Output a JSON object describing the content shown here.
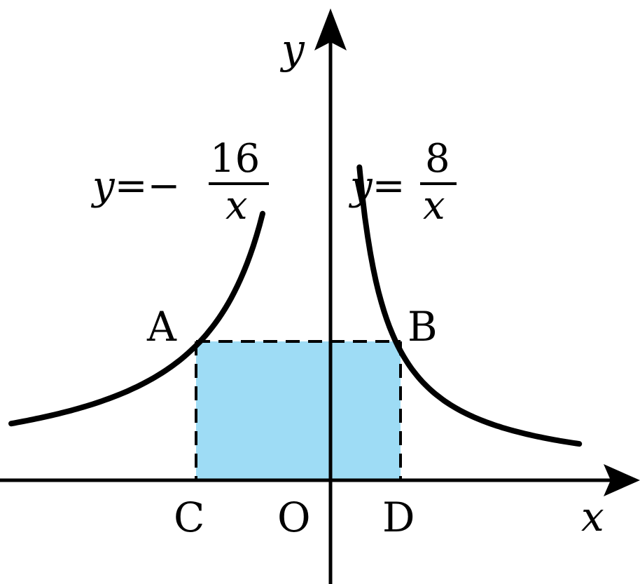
{
  "axes": {
    "x_label": "x",
    "y_label": "y",
    "origin_label": "O"
  },
  "curve_left": {
    "equation_prefix": "y=−",
    "numerator": "16",
    "denominator": "x",
    "k": -16
  },
  "curve_right": {
    "equation_prefix": "y=",
    "numerator": "8",
    "denominator": "x",
    "k": 8
  },
  "points": {
    "A": "A",
    "B": "B",
    "C": "C",
    "D": "D"
  },
  "rectangle": {
    "fill_color": "#9edcf5",
    "outline": "dashed"
  },
  "colors": {
    "stroke": "#000000"
  }
}
